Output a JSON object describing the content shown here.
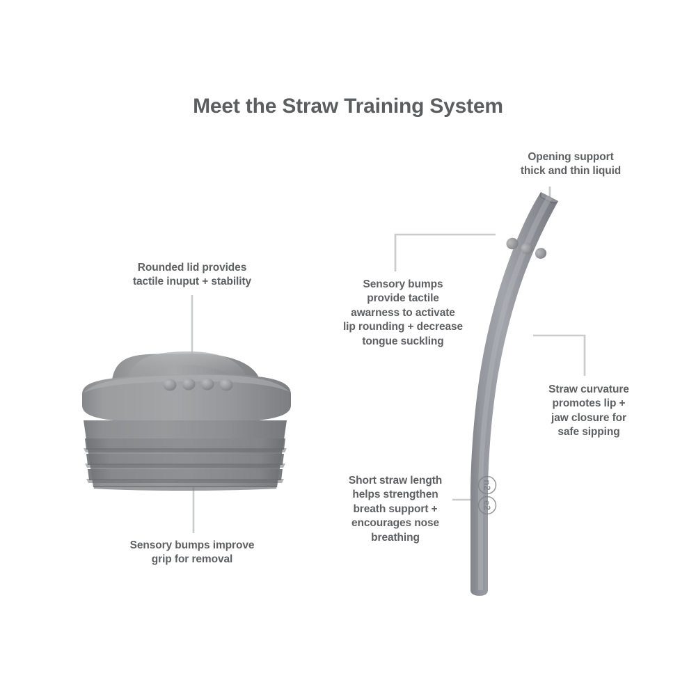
{
  "header": {
    "title": "Meet the Straw Training System"
  },
  "colors": {
    "background": "#ffffff",
    "text": "#5d5f61",
    "title": "#5b5d5f",
    "silicone_gray": "#8f9193",
    "silicone_light": "#a9abad",
    "silicone_dark": "#76787a",
    "leader_line": "#c9cbcd"
  },
  "annotations": [
    {
      "id": "opening-support",
      "text": "Opening support\nthick and thin liquid",
      "target": "straw-tip"
    },
    {
      "id": "sensory-bumps-straw",
      "text": "Sensory bumps\nprovide tactile\nawarness to activate\nlip rounding + decrease\ntongue suckling",
      "target": "straw-bumps"
    },
    {
      "id": "straw-curvature",
      "text": "Straw curvature\npromotes lip +\njaw closure for\nsafe sipping",
      "target": "straw-curve"
    },
    {
      "id": "short-straw-length",
      "text": "Short straw length\nhelps strengthen\nbreath support +\nencourages nose\nbreathing",
      "target": "straw-lower"
    },
    {
      "id": "rounded-lid",
      "text": "Rounded lid provides\ntactile inuput + stability",
      "target": "lid-dome"
    },
    {
      "id": "sensory-bumps-lid",
      "text": "Sensory bumps improve\ngrip for removal",
      "target": "lid-bumps"
    }
  ],
  "parts": {
    "lid": {
      "name": "straw training lid",
      "bump_count": 4,
      "ridge_count": 3
    },
    "straw": {
      "name": "curved training straw",
      "bump_count": 3,
      "emboss_marks": 2
    }
  }
}
